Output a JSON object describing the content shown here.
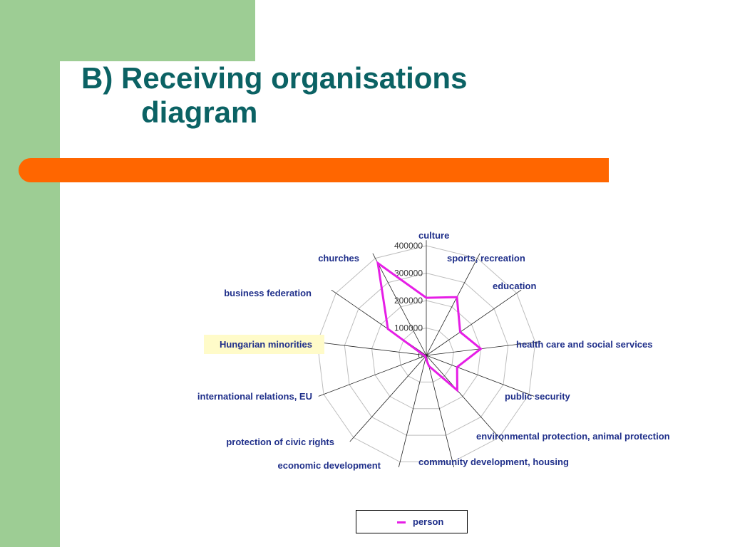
{
  "slide": {
    "title_line1": "B) Receiving organisations",
    "title_line2": "diagram",
    "colors": {
      "green": "#9dcd94",
      "orange": "#ff6600",
      "title": "#0b6264",
      "label": "#1f2f8a",
      "series": "#e61ee6"
    }
  },
  "chart_data": {
    "type": "radar",
    "title": "",
    "categories": [
      "culture",
      "sports, recreation",
      "education",
      "health care and social services",
      "public security",
      "environmental protection, animal protection",
      "community development, housing",
      "economic development",
      "protection of civic rights",
      "international relations, EU",
      "Hungarian minorities",
      "business federation",
      "churches"
    ],
    "highlighted_category": "Hungarian minorities",
    "tick_labels": [
      "0",
      "100000",
      "200000",
      "300000",
      "400000"
    ],
    "rlim": [
      0,
      400000
    ],
    "series": [
      {
        "name": "person",
        "color": "#e61ee6",
        "values": [
          210000,
          240000,
          150000,
          200000,
          120000,
          170000,
          40000,
          10000,
          5000,
          5000,
          10000,
          170000,
          380000
        ]
      }
    ],
    "legend": {
      "entries": [
        "person"
      ],
      "placement": "bottom"
    },
    "grid": true
  }
}
